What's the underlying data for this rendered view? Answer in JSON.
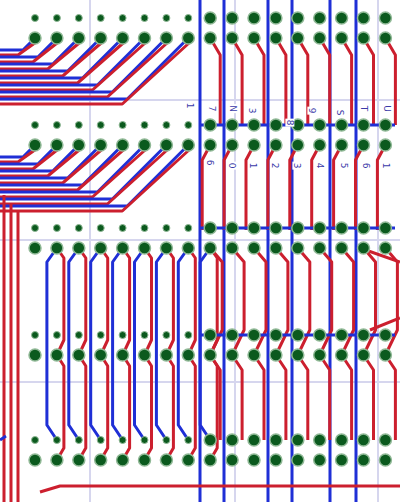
{
  "diagram": {
    "labels": [
      "1",
      "7",
      "N",
      "3",
      "8",
      "9",
      "S",
      "T",
      "U",
      "6",
      "0",
      "1",
      "2",
      "3",
      "4",
      "5",
      "6",
      "1"
    ]
  }
}
